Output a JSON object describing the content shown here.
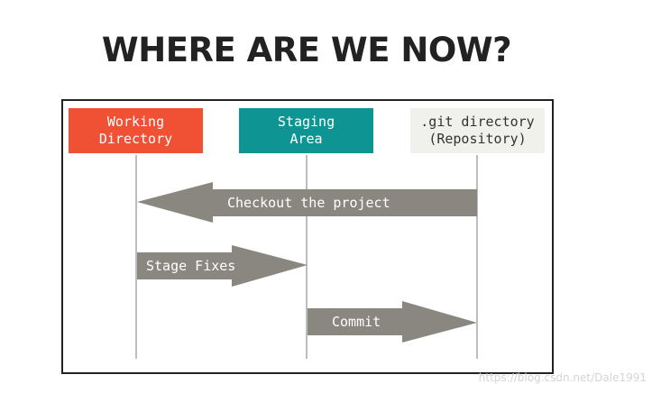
{
  "title": "WHERE ARE WE NOW?",
  "diagram": {
    "columns": [
      {
        "label": "Working\nDirectory",
        "color": "#f05033"
      },
      {
        "label": "Staging\nArea",
        "color": "#0f9494"
      },
      {
        "label": ".git directory\n(Repository)",
        "color": "#f0f0ec"
      }
    ],
    "arrows": [
      {
        "label": "Checkout the project",
        "from": ".git directory",
        "to": "Working Directory"
      },
      {
        "label": "Stage Fixes",
        "from": "Working Directory",
        "to": "Staging Area"
      },
      {
        "label": "Commit",
        "from": "Staging Area",
        "to": ".git directory"
      }
    ],
    "arrow_color": "#8a8680"
  },
  "watermark": "https://blog.csdn.net/Dale1991"
}
